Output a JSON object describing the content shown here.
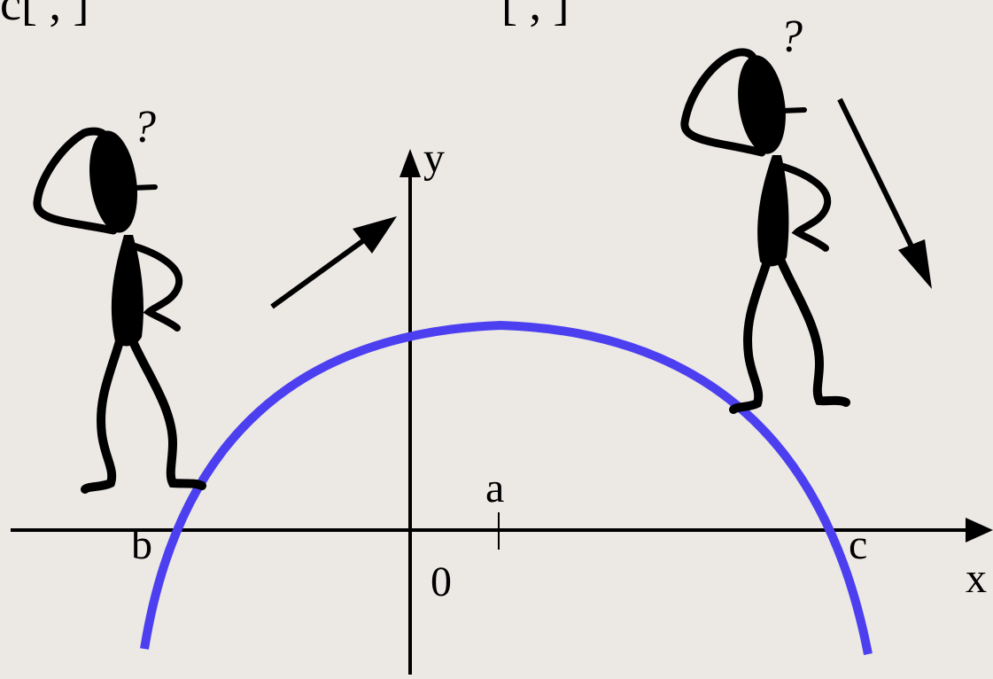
{
  "colors": {
    "background": "#ece8e4",
    "ink": "#000000",
    "curve": "#4b3ff0"
  },
  "labels": {
    "top_left_fragment": "c[ ,  ]",
    "top_middle_fragment": "[ ,  ]",
    "y_axis": "y",
    "x_axis": "x",
    "tick_a": "a",
    "origin": "0",
    "root_b": "b",
    "root_c": "c",
    "question_left": "?",
    "question_right": "?"
  },
  "icons": {
    "left_figure": "confused-stick-figure-icon",
    "right_figure": "confused-stick-figure-icon",
    "up_arrow": "arrow-up-right-icon",
    "down_arrow": "arrow-down-right-icon"
  }
}
